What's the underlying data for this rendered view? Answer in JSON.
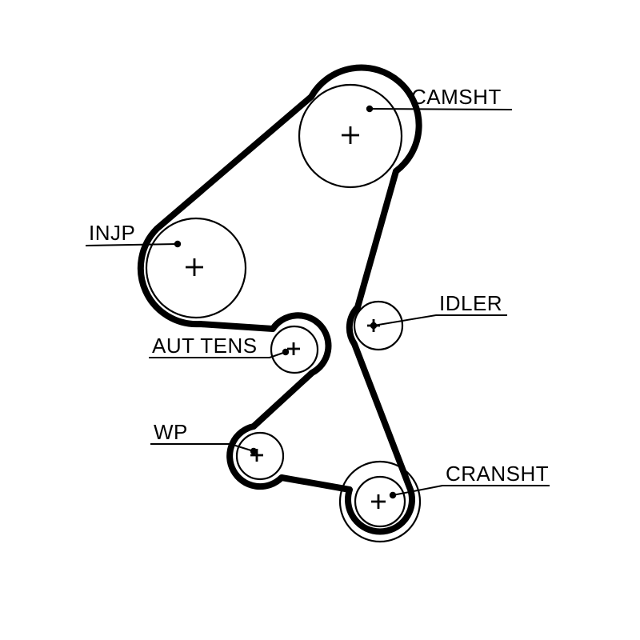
{
  "diagram": {
    "type": "timing-belt-routing-diagram",
    "background_color": "#ffffff",
    "belt_color": "#000000",
    "line_color": "#000000",
    "pulleys": [
      {
        "id": "camsht",
        "label": "CAMSHT",
        "size": "large",
        "marker": "plus-icon"
      },
      {
        "id": "injp",
        "label": "INJP",
        "size": "large",
        "marker": "plus-icon"
      },
      {
        "id": "idler",
        "label": "IDLER",
        "size": "small",
        "marker": "plus-icon"
      },
      {
        "id": "aut_tens",
        "label": "AUT TENS",
        "size": "small",
        "marker": "plus-icon"
      },
      {
        "id": "wp",
        "label": "WP",
        "size": "small",
        "marker": "plus-icon"
      },
      {
        "id": "cransht",
        "label": "CRANSHT",
        "size": "medium-double-ring",
        "marker": "plus-icon"
      }
    ],
    "labels": {
      "camsht": "CAMSHT",
      "injp": "INJP",
      "idler": "IDLER",
      "aut_tens": "AUT TENS",
      "wp": "WP",
      "cransht": "CRANSHT"
    }
  }
}
